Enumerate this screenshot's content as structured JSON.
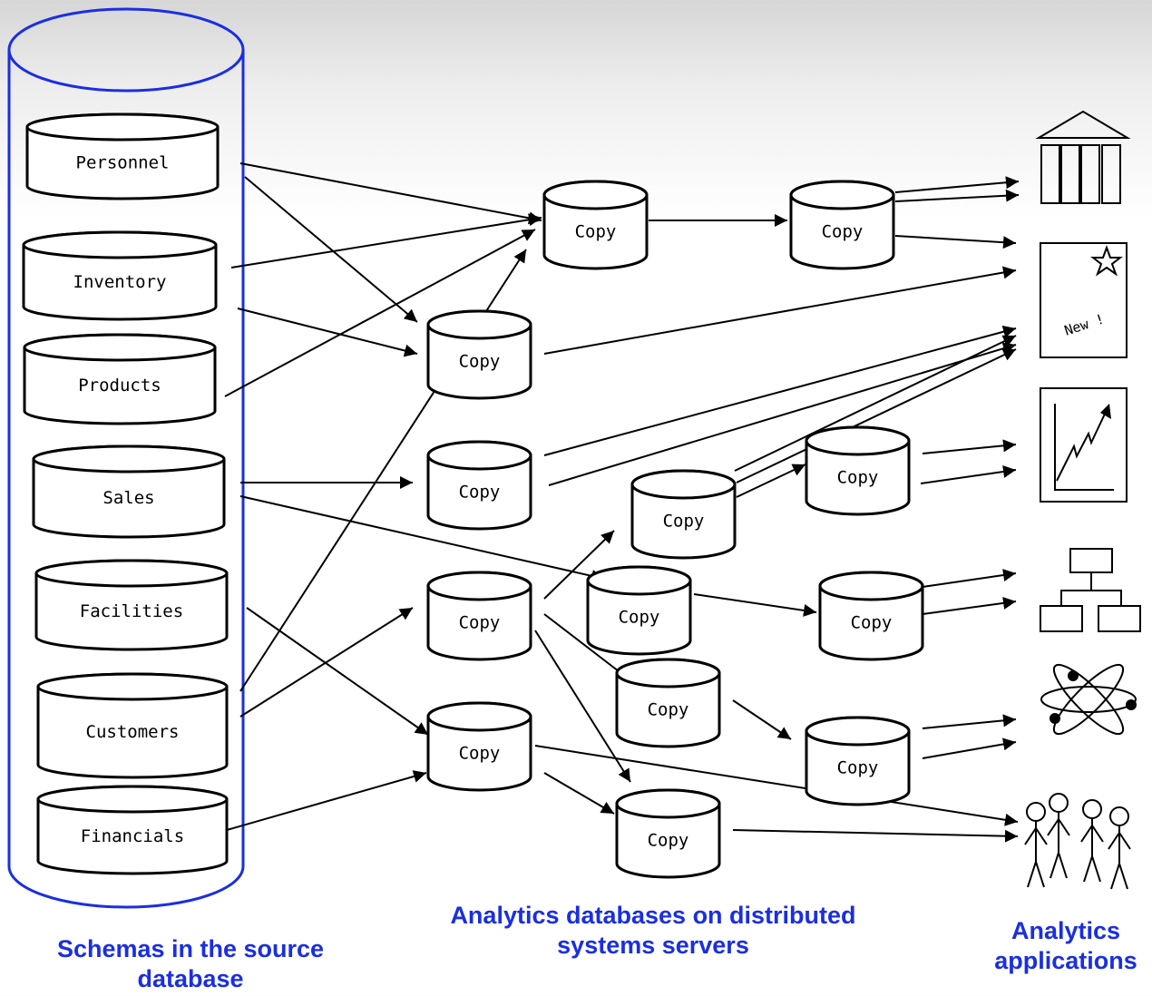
{
  "source_schemas": [
    {
      "id": "personnel",
      "label": "Personnel"
    },
    {
      "id": "inventory",
      "label": "Inventory"
    },
    {
      "id": "products",
      "label": "Products"
    },
    {
      "id": "sales",
      "label": "Sales"
    },
    {
      "id": "facilities",
      "label": "Facilities"
    },
    {
      "id": "customers",
      "label": "Customers"
    },
    {
      "id": "financials",
      "label": "Financials"
    }
  ],
  "copy_label": "Copy",
  "copies": [
    "c1",
    "c2",
    "c3",
    "c4",
    "c5",
    "c6",
    "c7",
    "c8",
    "c9",
    "c10",
    "c11",
    "c12",
    "c13",
    "c14"
  ],
  "applications": [
    {
      "id": "app-building",
      "icon": "building-icon"
    },
    {
      "id": "app-new-document",
      "icon": "new-document-icon",
      "text": "New !"
    },
    {
      "id": "app-trend-chart",
      "icon": "trend-chart-icon"
    },
    {
      "id": "app-org-chart",
      "icon": "org-chart-icon"
    },
    {
      "id": "app-atom",
      "icon": "atom-icon"
    },
    {
      "id": "app-people",
      "icon": "people-icon"
    }
  ],
  "captions": {
    "source": "Schemas in the source database",
    "analytics_db": "Analytics databases on distributed systems servers",
    "applications": "Analytics applications"
  },
  "colors": {
    "caption": "#1a2fe0",
    "outer_cylinder": "#1a2fe0",
    "lines": "#000000"
  }
}
